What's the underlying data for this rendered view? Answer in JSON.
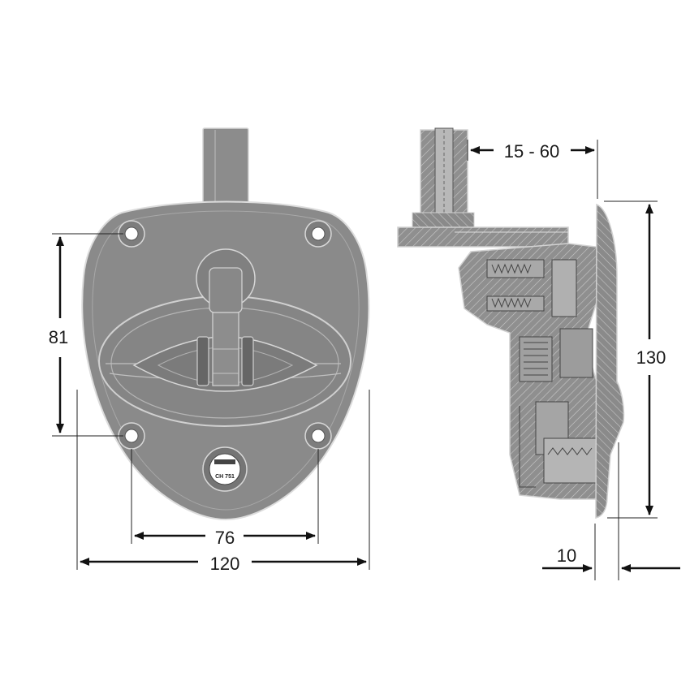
{
  "diagram": {
    "colors": {
      "body": "#8a8a8a",
      "body_dark": "#6e6e6e",
      "outline": "#d8d8d8",
      "line": "#111111",
      "section": "#9a9a9a"
    },
    "front_view": {
      "lock_stamp": "CH 751",
      "dimensions": {
        "hole_height": "81",
        "hole_width": "76",
        "overall_width": "120"
      }
    },
    "side_view": {
      "dimensions": {
        "panel_range": "15 - 60",
        "overall_height": "130",
        "flange_depth": "10"
      }
    }
  }
}
